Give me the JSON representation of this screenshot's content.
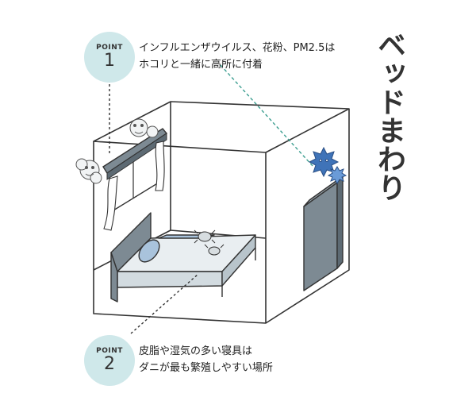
{
  "title": "ベッドまわり",
  "points": [
    {
      "label": "POINT",
      "number": "1",
      "lines": [
        "インフルエンザウイルス、花粉、PM2.5は",
        "ホコリと一緒に高所に付着"
      ]
    },
    {
      "label": "POINT",
      "number": "2",
      "lines": [
        "皮脂や湿気の多い寝具は",
        "ダニが最も繁殖しやすい場所"
      ]
    }
  ],
  "colors": {
    "badge": "#cfe8ea",
    "line": "#333333",
    "leader": "#3a9d8f",
    "furniture": "#7d8a93",
    "bedding": "#e9eef1",
    "pillow": "#a9c3dc",
    "germ": "#3f73b8"
  }
}
